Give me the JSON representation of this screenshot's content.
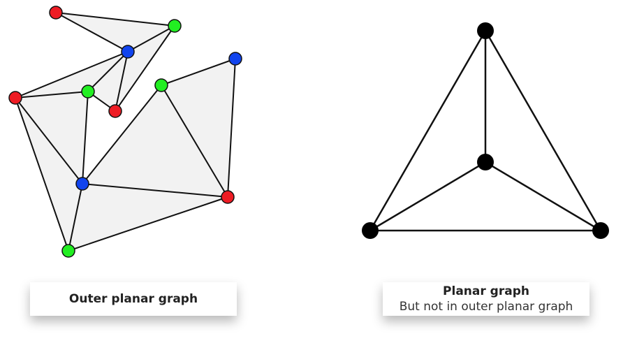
{
  "colors": {
    "region_fill": "#f2f2f2",
    "edge": "#111111",
    "node_outline": "#111111",
    "red": "#ee1c24",
    "green": "#22ee22",
    "blue": "#1144ee",
    "black": "#000000"
  },
  "outer_planar_graph": {
    "caption": {
      "title": "Outer planar graph"
    },
    "nodes": [
      {
        "id": "r1",
        "color": "red"
      },
      {
        "id": "g1",
        "color": "green"
      },
      {
        "id": "b1",
        "color": "blue"
      },
      {
        "id": "b2",
        "color": "blue"
      },
      {
        "id": "r2",
        "color": "red"
      },
      {
        "id": "g2",
        "color": "green"
      },
      {
        "id": "g3",
        "color": "green"
      },
      {
        "id": "r3",
        "color": "red"
      },
      {
        "id": "b3",
        "color": "blue"
      },
      {
        "id": "r4",
        "color": "red"
      },
      {
        "id": "g4",
        "color": "green"
      }
    ],
    "edges": [
      [
        "r1",
        "g1"
      ],
      [
        "r1",
        "b1"
      ],
      [
        "g1",
        "b1"
      ],
      [
        "g1",
        "r3"
      ],
      [
        "b1",
        "r3"
      ],
      [
        "b1",
        "g2"
      ],
      [
        "b1",
        "r2"
      ],
      [
        "g2",
        "r3"
      ],
      [
        "r2",
        "g2"
      ],
      [
        "r2",
        "b3"
      ],
      [
        "g2",
        "b3"
      ],
      [
        "r2",
        "g4"
      ],
      [
        "b3",
        "g4"
      ],
      [
        "b3",
        "r4"
      ],
      [
        "g4",
        "r4"
      ],
      [
        "b3",
        "g3"
      ],
      [
        "g3",
        "r4"
      ],
      [
        "g3",
        "b2"
      ],
      [
        "b2",
        "r4"
      ]
    ],
    "faces": [
      [
        "r1",
        "g1",
        "b1"
      ],
      [
        "g1",
        "b1",
        "r3"
      ],
      [
        "b1",
        "g2",
        "r3"
      ],
      [
        "r2",
        "b1",
        "g2"
      ],
      [
        "r2",
        "g2",
        "b3"
      ],
      [
        "r2",
        "b3",
        "g4"
      ],
      [
        "b3",
        "r4",
        "g4"
      ],
      [
        "b3",
        "g3",
        "r4"
      ],
      [
        "g3",
        "b2",
        "r4"
      ]
    ]
  },
  "planar_graph": {
    "caption": {
      "title": "Planar graph",
      "subtitle": "But not in outer planar graph"
    },
    "nodes": [
      {
        "id": "top",
        "color": "black"
      },
      {
        "id": "center",
        "color": "black"
      },
      {
        "id": "left",
        "color": "black"
      },
      {
        "id": "right",
        "color": "black"
      }
    ],
    "edges": [
      [
        "top",
        "center"
      ],
      [
        "top",
        "left"
      ],
      [
        "top",
        "right"
      ],
      [
        "center",
        "left"
      ],
      [
        "center",
        "right"
      ],
      [
        "left",
        "right"
      ]
    ]
  }
}
